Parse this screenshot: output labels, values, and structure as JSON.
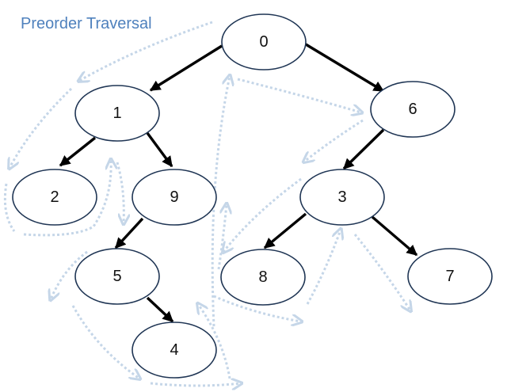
{
  "title": "Preorder Traversal",
  "colors": {
    "title": "#4f81bd",
    "node_stroke": "#1f3554",
    "edge": "#000000",
    "trace": "#c5d6e8"
  },
  "tree": {
    "root": "0",
    "nodes": [
      {
        "id": "n0",
        "label": "0"
      },
      {
        "id": "n1",
        "label": "1"
      },
      {
        "id": "n6",
        "label": "6"
      },
      {
        "id": "n2",
        "label": "2"
      },
      {
        "id": "n9",
        "label": "9"
      },
      {
        "id": "n3",
        "label": "3"
      },
      {
        "id": "n5",
        "label": "5"
      },
      {
        "id": "n8",
        "label": "8"
      },
      {
        "id": "n7",
        "label": "7"
      },
      {
        "id": "n4",
        "label": "4"
      }
    ],
    "edges": [
      {
        "from": "n0",
        "to": "n1"
      },
      {
        "from": "n0",
        "to": "n6"
      },
      {
        "from": "n1",
        "to": "n2"
      },
      {
        "from": "n1",
        "to": "n9"
      },
      {
        "from": "n9",
        "to": "n5"
      },
      {
        "from": "n5",
        "to": "n4"
      },
      {
        "from": "n6",
        "to": "n3"
      },
      {
        "from": "n3",
        "to": "n8"
      },
      {
        "from": "n3",
        "to": "n7"
      }
    ]
  }
}
